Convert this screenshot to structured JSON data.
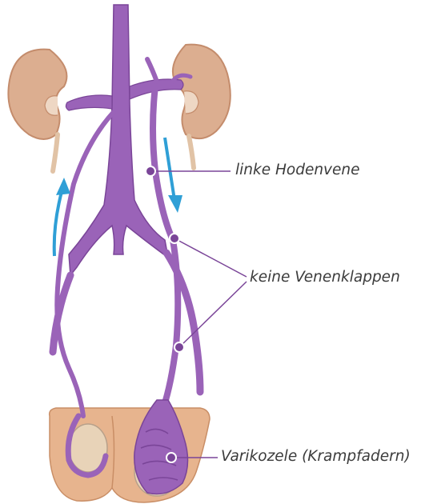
{
  "labels": {
    "testicular_vein": "linke Hodenvene",
    "no_valves": "keine Venenklappen",
    "varicocele": "Varikozele (Krampfadern)"
  },
  "colors": {
    "vein": "#9a63b8",
    "vein_dark": "#7a4598",
    "kidney": "#dcae90",
    "kidney_dark": "#c48c6c",
    "kidney_inner": "#eed7c4",
    "scrotum": "#e7b48e",
    "testis": "#e8d3b8",
    "arrow": "#2f9fd6",
    "leader_line": "#7a4598",
    "label_text": "#3b3b3b"
  }
}
